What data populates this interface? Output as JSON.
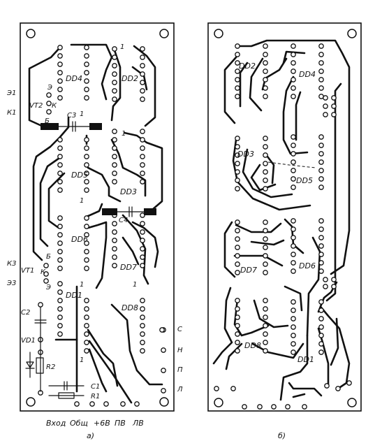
{
  "panel_a": {
    "caption": "а)",
    "chips": [
      "DD4",
      "DD2",
      "DD5",
      "DD3",
      "DD6",
      "DD7",
      "DD1",
      "DD8"
    ],
    "components": [
      "C3",
      "C4",
      "C2",
      "C1",
      "R1",
      "R2",
      "VD1",
      "VT2",
      "VT1"
    ],
    "left_labels": [
      "Э1",
      "К1",
      "К3",
      "Э3"
    ],
    "transistor_pins": [
      "Э",
      "К",
      "Б",
      "Б",
      "К",
      "Э"
    ],
    "right_labels": [
      "С",
      "Н",
      "П",
      "Л"
    ],
    "pin_one": "1",
    "connector": [
      "Вход",
      "Общ",
      "+6В",
      "ПВ",
      "ЛВ"
    ]
  },
  "panel_b": {
    "caption": "б)",
    "chips": [
      "DD2",
      "DD4",
      "DD3",
      "DD5",
      "DD7",
      "DD6",
      "DD8",
      "DD1"
    ]
  }
}
